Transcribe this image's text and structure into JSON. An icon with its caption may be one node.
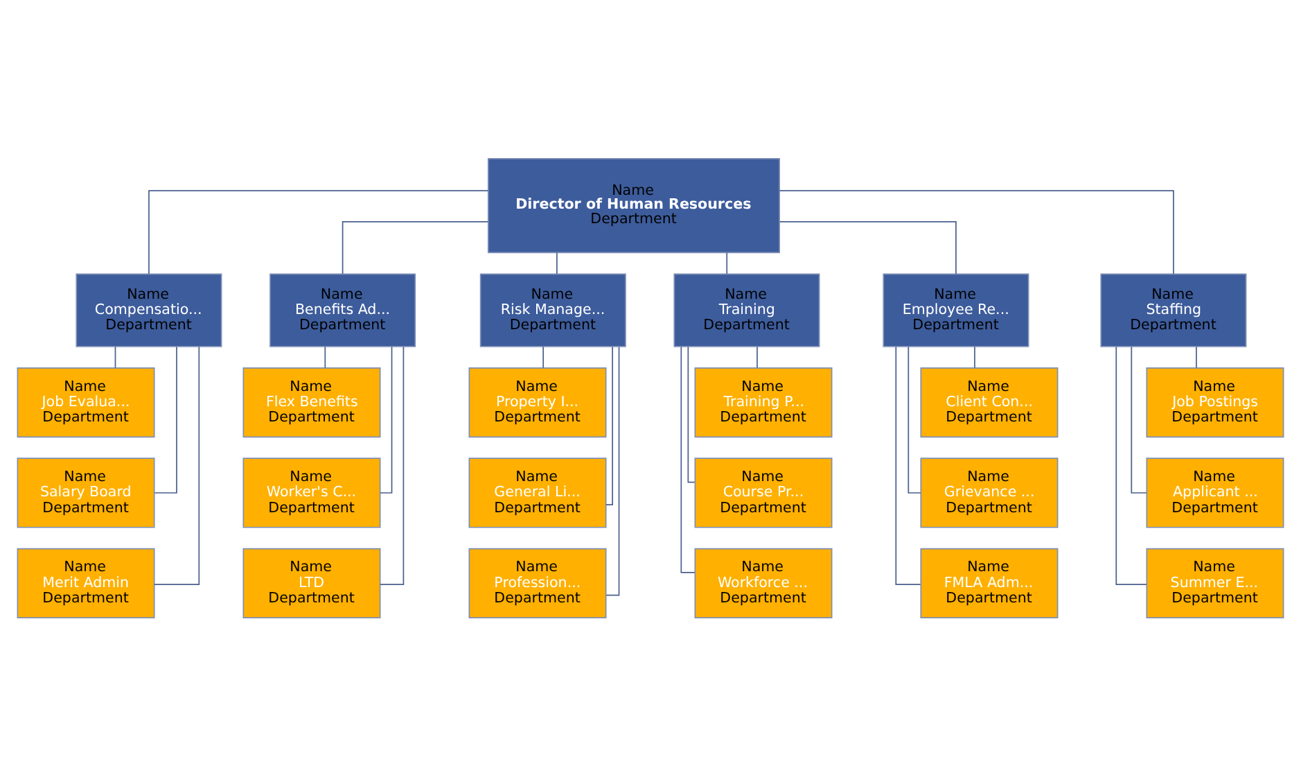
{
  "diagram": {
    "nodes": [
      {
        "text": [
          "Name",
          "Director of Human Resources",
          "Department"
        ]
      },
      {
        "text": [
          "Name",
          "Compensatio...",
          "Department"
        ]
      },
      {
        "text": [
          "Name",
          "Benefits Ad...",
          "Department"
        ]
      },
      {
        "text": [
          "Name",
          "Risk Manage...",
          "Department"
        ]
      },
      {
        "text": [
          "Name",
          "Training",
          "Department"
        ]
      },
      {
        "text": [
          "Name",
          "Employee Re...",
          "Department"
        ]
      },
      {
        "text": [
          "Name",
          "Staffing",
          "Department"
        ]
      },
      {
        "text": [
          "Name",
          "Job Evalua...",
          "Department"
        ]
      },
      {
        "text": [
          "Name",
          "Flex Benefits",
          "Department"
        ]
      },
      {
        "text": [
          "Name",
          "Property I...",
          "Department"
        ]
      },
      {
        "text": [
          "Name",
          "Training P...",
          "Department"
        ]
      },
      {
        "text": [
          "Name",
          "Client Con...",
          "Department"
        ]
      },
      {
        "text": [
          "Name",
          "Job Postings",
          "Department"
        ]
      },
      {
        "text": [
          "Name",
          "Salary Board",
          "Department"
        ]
      },
      {
        "text": [
          "Name",
          "Worker's C...",
          "Department"
        ]
      },
      {
        "text": [
          "Name",
          "General Li...",
          "Department"
        ]
      },
      {
        "text": [
          "Name",
          "Course Pr...",
          "Department"
        ]
      },
      {
        "text": [
          "Name",
          "Grievance ...",
          "Department"
        ]
      },
      {
        "text": [
          "Name",
          "Applicant ...",
          "Department"
        ]
      },
      {
        "text": [
          "Name",
          "Merit Admin",
          "Department"
        ]
      },
      {
        "text": [
          "Name",
          "LTD",
          "Department"
        ]
      },
      {
        "text": [
          "Name",
          "Profession...",
          "Department"
        ]
      },
      {
        "text": [
          "Name",
          "Workforce ...",
          "Department"
        ]
      },
      {
        "text": [
          "Name",
          "FMLA Adm...",
          "Department"
        ]
      },
      {
        "text": [
          "Name",
          "Summer E...",
          "Department"
        ]
      }
    ],
    "edges": [
      {
        "from": 0,
        "to": 1,
        "arrow": "none"
      },
      {
        "from": 0,
        "to": 2,
        "arrow": "none"
      },
      {
        "from": 0,
        "to": 3,
        "arrow": "none"
      },
      {
        "from": 0,
        "to": 4,
        "arrow": "none"
      },
      {
        "from": 0,
        "to": 5,
        "arrow": "none"
      },
      {
        "from": 0,
        "to": 6,
        "arrow": "none"
      },
      {
        "from": 1,
        "to": 7,
        "arrow": "none"
      },
      {
        "from": 1,
        "to": 13,
        "arrow": "none"
      },
      {
        "from": 1,
        "to": 19,
        "arrow": "none"
      },
      {
        "from": 2,
        "to": 8,
        "arrow": "none"
      },
      {
        "from": 2,
        "to": 14,
        "arrow": "none"
      },
      {
        "from": 2,
        "to": 20,
        "arrow": "none"
      },
      {
        "from": 3,
        "to": 9,
        "arrow": "none"
      },
      {
        "from": 3,
        "to": 15,
        "arrow": "none"
      },
      {
        "from": 3,
        "to": 21,
        "arrow": "none"
      },
      {
        "from": 4,
        "to": 10,
        "arrow": "none"
      },
      {
        "from": 4,
        "to": 16,
        "arrow": "none"
      },
      {
        "from": 4,
        "to": 22,
        "arrow": "none"
      },
      {
        "from": 5,
        "to": 11,
        "arrow": "none"
      },
      {
        "from": 5,
        "to": 17,
        "arrow": "none"
      },
      {
        "from": 5,
        "to": 23,
        "arrow": "none"
      },
      {
        "from": 6,
        "to": 12,
        "arrow": "none"
      },
      {
        "from": 6,
        "to": 18,
        "arrow": "none"
      },
      {
        "from": 6,
        "to": 24,
        "arrow": "none"
      }
    ]
  }
}
